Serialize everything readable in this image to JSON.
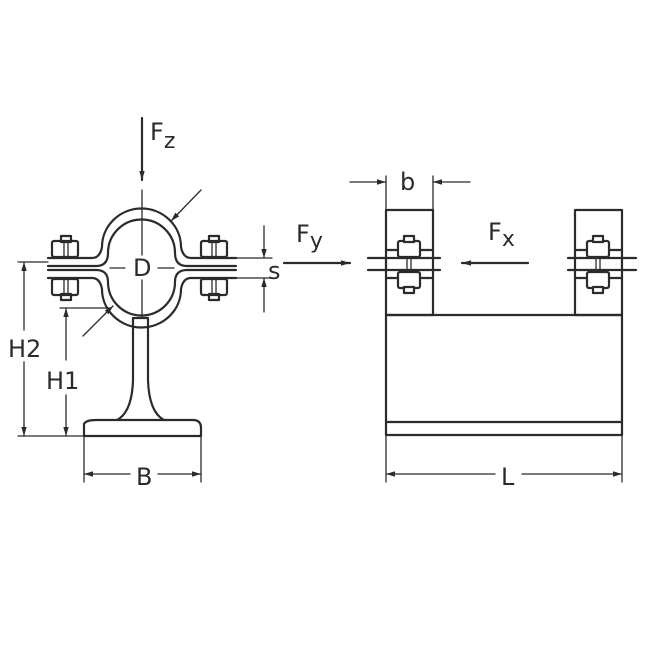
{
  "labels": {
    "fz_main": "F",
    "fz_sub": "z",
    "fy_main": "F",
    "fy_sub": "y",
    "fx_main": "F",
    "fx_sub": "x",
    "d": "D",
    "s": "s",
    "b": "b",
    "h2": "H2",
    "h1": "H1",
    "big_b": "B",
    "l": "L"
  },
  "colors": {
    "line": "#2b2b2b",
    "background": "#ffffff"
  }
}
